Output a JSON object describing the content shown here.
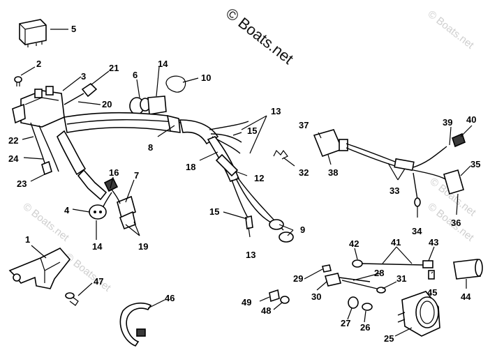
{
  "watermark": {
    "main": "© Boats.net",
    "repeat": "© Boats.net"
  },
  "callouts": {
    "c1": "1",
    "c2": "2",
    "c3": "3",
    "c4": "4",
    "c5": "5",
    "c6": "6",
    "c7": "7",
    "c8": "8",
    "c9": "9",
    "c10": "10",
    "c12": "12",
    "c13a": "13",
    "c13b": "13",
    "c14a": "14",
    "c14b": "14",
    "c15a": "15",
    "c15b": "15",
    "c16": "16",
    "c18": "18",
    "c19": "19",
    "c20": "20",
    "c21": "21",
    "c22": "22",
    "c23": "23",
    "c24": "24",
    "c25": "25",
    "c26": "26",
    "c27": "27",
    "c28": "28",
    "c29": "29",
    "c30": "30",
    "c31": "31",
    "c32": "32",
    "c33": "33",
    "c34": "34",
    "c35": "35",
    "c36": "36",
    "c37": "37",
    "c38": "38",
    "c39": "39",
    "c40": "40",
    "c41": "41",
    "c42": "42",
    "c43": "43",
    "c44": "44",
    "c45": "45",
    "c46": "46",
    "c47": "47",
    "c48": "48",
    "c49": "49"
  }
}
